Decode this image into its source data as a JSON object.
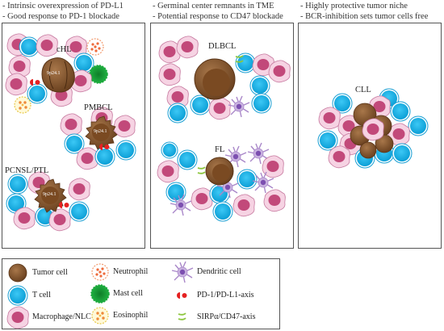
{
  "captions": [
    "- Intrinsic overexpression of PD-L1\n- Good response to PD-1 blockade",
    "- Germinal center remnants in TME\n- Potential response to CD47 blockade",
    "- Highly protective tumor niche\n- BCR-inhibition sets tumor cells free"
  ],
  "labels": {
    "chl": "cHL",
    "pmbcl": "PMBCL",
    "pcnsl": "PCNSL/PTL",
    "dlbcl": "DLBCL",
    "fl": "FL",
    "cll": "CLL",
    "gene": "9p24.1"
  },
  "legend": {
    "tumor": "Tumor cell",
    "tcell": "T cell",
    "macro": "Macrophage/NLC",
    "neutro": "Neutrophil",
    "mast": "Mast cell",
    "eosino": "Eosinophil",
    "dendritic": "Dendritic cell",
    "pd1": "PD-1/PD-L1-axis",
    "sirpa": "SIRPα/CD47-axis"
  },
  "colors": {
    "tumor": "#8a5a2b",
    "tcell": "#1fb6e8",
    "macro": "#c2497a",
    "macro_halo": "#f2c8dc",
    "neutro": "#f0a37a",
    "mast": "#1aa83a",
    "eosino": "#f7e27a",
    "dendritic": "#a987c9",
    "pd1": "#e52121",
    "sirpa": "#8dc63f"
  }
}
